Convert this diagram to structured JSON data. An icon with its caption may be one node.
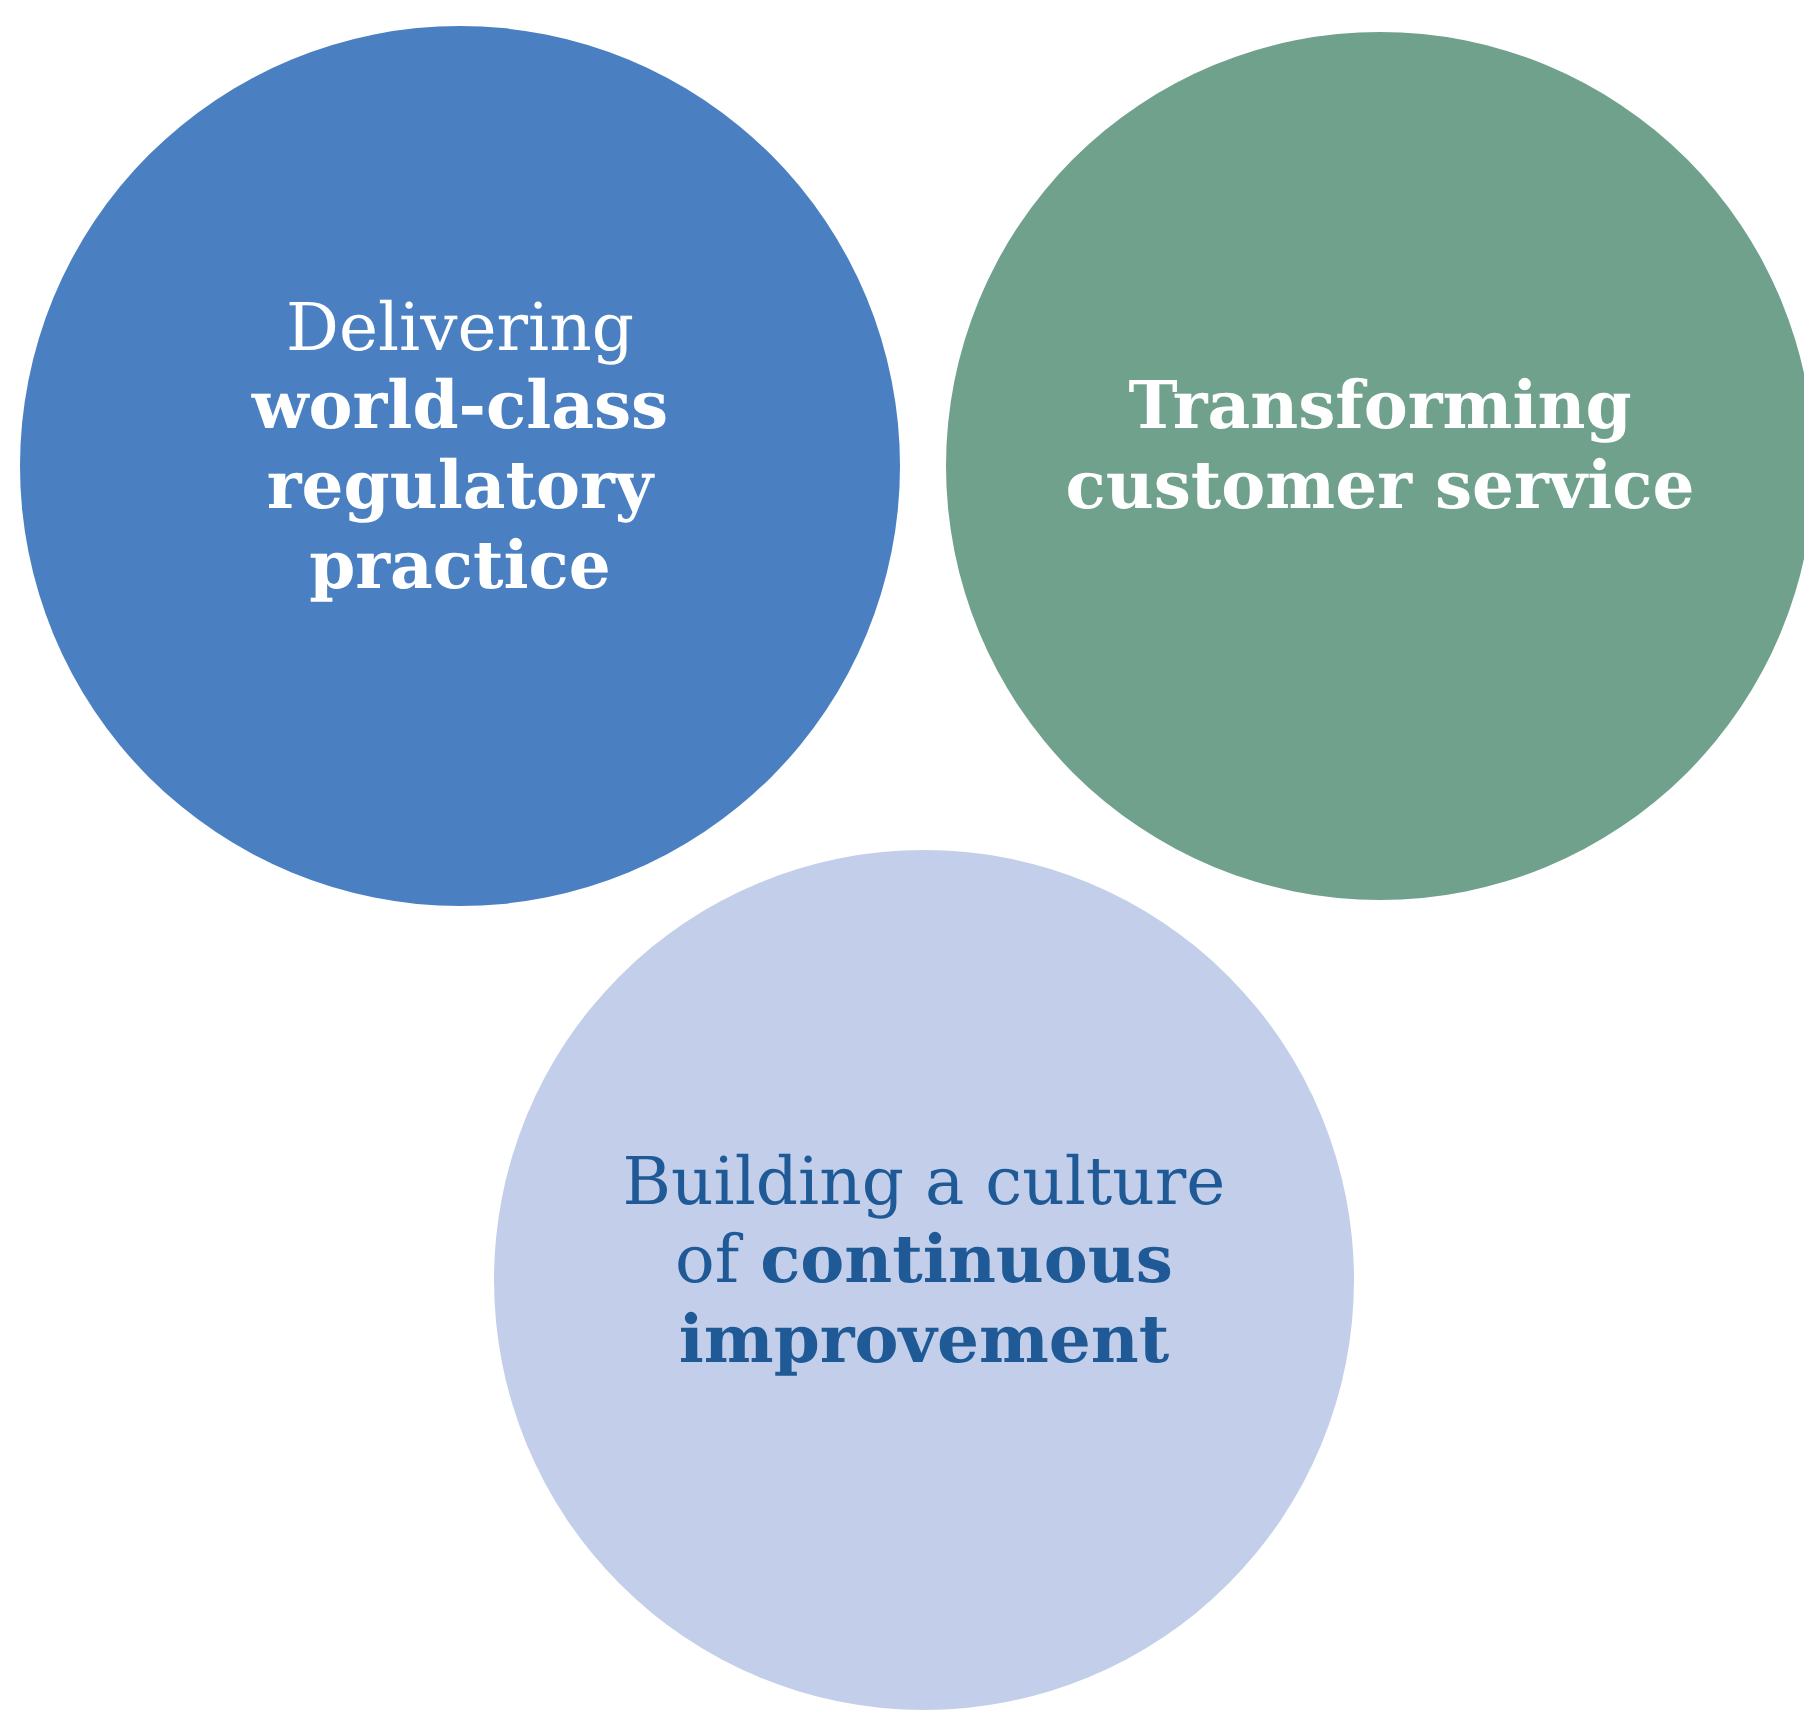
{
  "diagram": {
    "nodes": [
      {
        "text": [
          "Delivering **world-class regulatory practice**"
        ]
      },
      {
        "text": [
          "Transforming customer service"
        ]
      },
      {
        "text": [
          "Building a culture of **continuous improvement**"
        ]
      }
    ]
  }
}
